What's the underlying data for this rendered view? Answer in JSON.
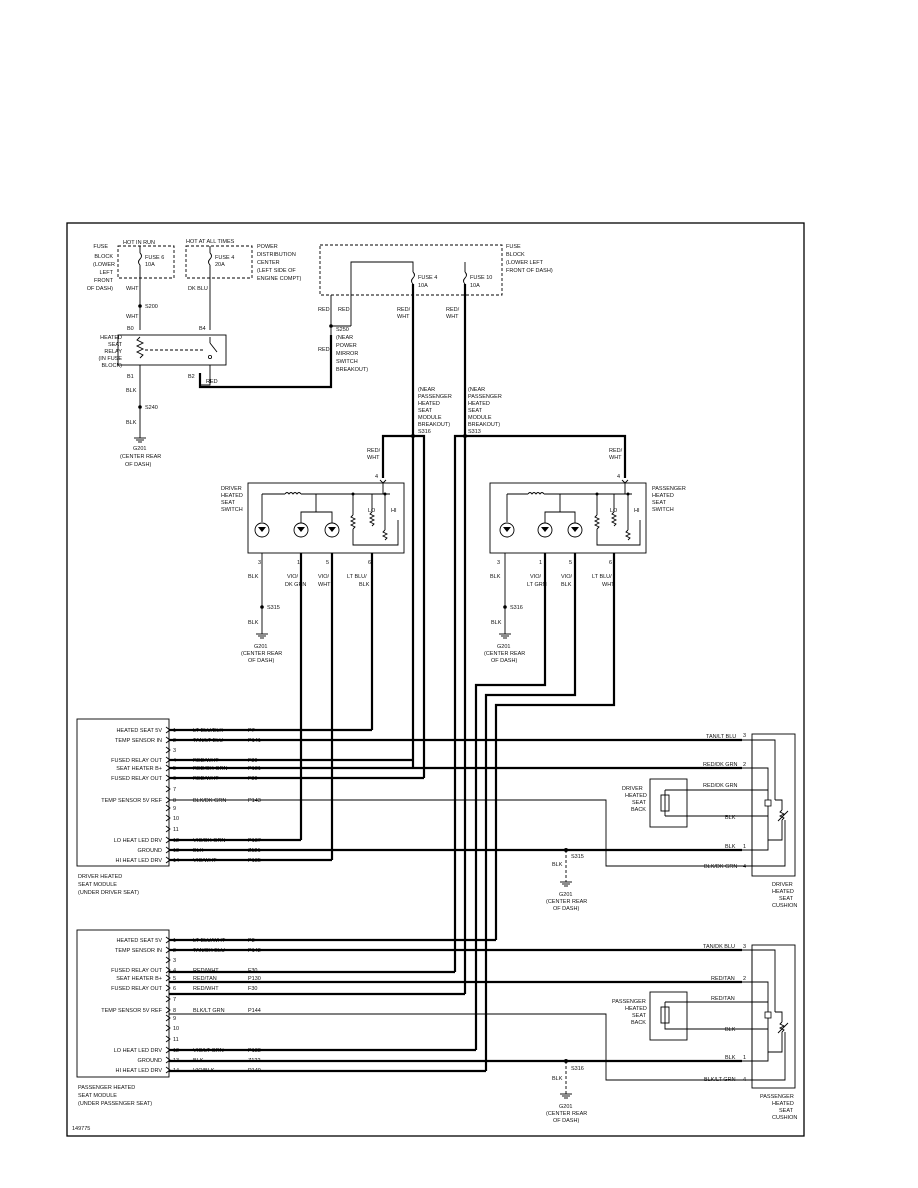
{
  "figure_id": "149775",
  "fuse_block_left": {
    "label": [
      "FUSE",
      "BLOCK",
      "(LOWER",
      "LEFT",
      "FRONT",
      "OF DASH)"
    ],
    "hot_in_run": "HOT IN RUN",
    "fuse": [
      "FUSE 6",
      "10A"
    ],
    "wire": "WHT",
    "splice": "S200"
  },
  "pdc": {
    "hot_at_all_times": "HOT AT ALL TIMES",
    "label": [
      "POWER",
      "DISTRIBUTION",
      "CENTER",
      "(LEFT SIDE OF",
      "ENGINE COMPT)"
    ],
    "fuse": [
      "FUSE 4",
      "20A"
    ],
    "wire": "DK BLU"
  },
  "fuse_block_right": {
    "label": [
      "FUSE",
      "BLOCK",
      "(LOWER LEFT",
      "FRONT OF DASH)"
    ],
    "fuse4": [
      "FUSE 4",
      "10A"
    ],
    "fuse10": [
      "FUSE 10",
      "10A"
    ]
  },
  "relay": {
    "label": [
      "HEATED",
      "SEAT",
      "RELAY",
      "(IN FUSE",
      "BLOCK)"
    ],
    "pins": {
      "b0": "B0",
      "b4": "B4",
      "b2": "B2",
      "b1": "B1"
    },
    "wht": "WHT",
    "blk": "BLK",
    "blk2": "BLK",
    "red": "RED",
    "splice": "S240",
    "ground": [
      "G201",
      "(CENTER REAR",
      "OF DASH)"
    ]
  },
  "s250": {
    "red1": "RED",
    "red2": "RED",
    "red3": "RED",
    "label": [
      "S250",
      "(NEAR",
      "POWER",
      "MIRROR",
      "SWITCH",
      "BREAKOUT)"
    ]
  },
  "s316": {
    "wire": [
      "RED/",
      "WHT"
    ],
    "label": [
      "(NEAR",
      "PASSENGER",
      "HEATED",
      "SEAT",
      "MODULE",
      "BREAKOUT)",
      "S316"
    ]
  },
  "s313": {
    "wire": [
      "RED/",
      "WHT"
    ],
    "label": [
      "(NEAR",
      "PASSENGER",
      "HEATED",
      "SEAT",
      "MODULE",
      "BREAKOUT)",
      "S313"
    ]
  },
  "driver_switch": {
    "label": [
      "DRIVER",
      "HEATED",
      "SEAT",
      "SWITCH"
    ],
    "in_wire": [
      "RED/",
      "WHT"
    ],
    "in_pin": "4",
    "lo": "LO",
    "hi": "HI",
    "pins": [
      "3",
      "1",
      "5",
      "6"
    ],
    "wires": [
      [
        "BLK"
      ],
      [
        "VIO/",
        "DK GRN"
      ],
      [
        "VIO/",
        "WHT"
      ],
      [
        "LT BLU/",
        "BLK"
      ]
    ],
    "splice": "S315",
    "blk": "BLK",
    "ground": [
      "G201",
      "(CENTER REAR",
      "OF DASH)"
    ]
  },
  "passenger_switch": {
    "label": [
      "PASSENGER",
      "HEATED",
      "SEAT",
      "SWITCH"
    ],
    "in_wire": [
      "RED/",
      "WHT"
    ],
    "in_pin": "4",
    "lo": "LO",
    "hi": "HI",
    "pins": [
      "3",
      "1",
      "5",
      "6"
    ],
    "wires": [
      [
        "BLK"
      ],
      [
        "VIO/",
        "LT GRN"
      ],
      [
        "VIO/",
        "BLK"
      ],
      [
        "LT BLU/",
        "WHT"
      ]
    ],
    "splice": "S316",
    "blk": "BLK",
    "ground": [
      "G201",
      "(CENTER REAR",
      "OF DASH)"
    ]
  },
  "driver_module": {
    "label": [
      "DRIVER HEATED",
      "SEAT MODULE",
      "(UNDER DRIVER SEAT)"
    ],
    "rows": [
      {
        "pin": "1",
        "fn": "HEATED SEAT 5V",
        "wire": "LT BLU/BLK",
        "circuit": "P7"
      },
      {
        "pin": "2",
        "fn": "TEMP SENSOR IN",
        "wire": "TAN/LT BLU",
        "circuit": "P141"
      },
      {
        "pin": "3",
        "fn": "",
        "wire": "",
        "circuit": ""
      },
      {
        "pin": "4",
        "fn": "FUSED RELAY OUT",
        "wire": "RED/WHT",
        "circuit": "F30"
      },
      {
        "pin": "5",
        "fn": "SEAT HEATER B+",
        "wire": "RED/DK GRN",
        "circuit": "P131"
      },
      {
        "pin": "6",
        "fn": "FUSED RELAY OUT",
        "wire": "RED/WHT",
        "circuit": "F30"
      },
      {
        "pin": "7",
        "fn": "",
        "wire": "",
        "circuit": ""
      },
      {
        "pin": "8",
        "fn": "TEMP SENSOR 5V REF",
        "wire": "BLK/DK GRN",
        "circuit": "P143"
      },
      {
        "pin": "9",
        "fn": "",
        "wire": "",
        "circuit": ""
      },
      {
        "pin": "10",
        "fn": "",
        "wire": "",
        "circuit": ""
      },
      {
        "pin": "11",
        "fn": "",
        "wire": "",
        "circuit": ""
      },
      {
        "pin": "12",
        "fn": "LO HEAT LED DRV",
        "wire": "VIO/DK GRN",
        "circuit": "P137"
      },
      {
        "pin": "13",
        "fn": "GROUND",
        "wire": "BLK",
        "circuit": "Z121"
      },
      {
        "pin": "14",
        "fn": "HI HEAT LED DRV",
        "wire": "VIO/WHT",
        "circuit": "P135"
      }
    ]
  },
  "passenger_module": {
    "label": [
      "PASSENGER HEATED",
      "SEAT MODULE",
      "(UNDER PASSENGER SEAT)"
    ],
    "rows": [
      {
        "pin": "1",
        "fn": "HEATED SEAT 5V",
        "wire": "LT BLU/WHT",
        "circuit": "P8"
      },
      {
        "pin": "2",
        "fn": "TEMP SENSOR IN",
        "wire": "TAN/DK BLU",
        "circuit": "P142"
      },
      {
        "pin": "3",
        "fn": "",
        "wire": "",
        "circuit": ""
      },
      {
        "pin": "4",
        "fn": "FUSED RELAY OUT",
        "wire": "RED/WHT",
        "circuit": "F30"
      },
      {
        "pin": "5",
        "fn": "SEAT HEATER B+",
        "wire": "RED/TAN",
        "circuit": "P130"
      },
      {
        "pin": "6",
        "fn": "FUSED RELAY OUT",
        "wire": "RED/WHT",
        "circuit": "F30"
      },
      {
        "pin": "7",
        "fn": "",
        "wire": "",
        "circuit": ""
      },
      {
        "pin": "8",
        "fn": "TEMP SENSOR 5V REF",
        "wire": "BLK/LT GRN",
        "circuit": "P144"
      },
      {
        "pin": "9",
        "fn": "",
        "wire": "",
        "circuit": ""
      },
      {
        "pin": "10",
        "fn": "",
        "wire": "",
        "circuit": ""
      },
      {
        "pin": "11",
        "fn": "",
        "wire": "",
        "circuit": ""
      },
      {
        "pin": "12",
        "fn": "LO HEAT LED DRV",
        "wire": "VIO/LT GRN",
        "circuit": "P138"
      },
      {
        "pin": "13",
        "fn": "GROUND",
        "wire": "BLK",
        "circuit": "Z122"
      },
      {
        "pin": "14",
        "fn": "HI HEAT LED DRV",
        "wire": "VIO/BLK",
        "circuit": "P140"
      }
    ]
  },
  "driver_cushion": {
    "label": [
      "DRIVER",
      "HEATED",
      "SEAT",
      "CUSHION"
    ],
    "back_label": [
      "DRIVER",
      "HEATED",
      "SEAT",
      "BACK"
    ],
    "w1": "TAN/LT BLU",
    "w2": "RED/DK GRN",
    "w3": "RED/DK GRN",
    "w4": "BLK",
    "w5": "BLK",
    "w6": "BLK/DK GRN",
    "pins": [
      "3",
      "2",
      "1",
      "4"
    ],
    "splice": "S315",
    "blk": "BLK",
    "ground": [
      "G201",
      "(CENTER REAR",
      "OF DASH)"
    ]
  },
  "passenger_cushion": {
    "label": [
      "PASSENGER",
      "HEATED",
      "SEAT",
      "CUSHION"
    ],
    "back_label": [
      "PASSENGER",
      "HEATED",
      "SEAT",
      "BACK"
    ],
    "w1": "TAN/DK BLU",
    "w2": "RED/TAN",
    "w3": "RED/TAN",
    "w4": "BLK",
    "w5": "BLK",
    "w6": "BLK/LT GRN",
    "pins": [
      "3",
      "2",
      "1",
      "4"
    ],
    "splice": "S316",
    "blk": "BLK",
    "ground": [
      "G201",
      "(CENTER REAR",
      "OF DASH)"
    ]
  }
}
